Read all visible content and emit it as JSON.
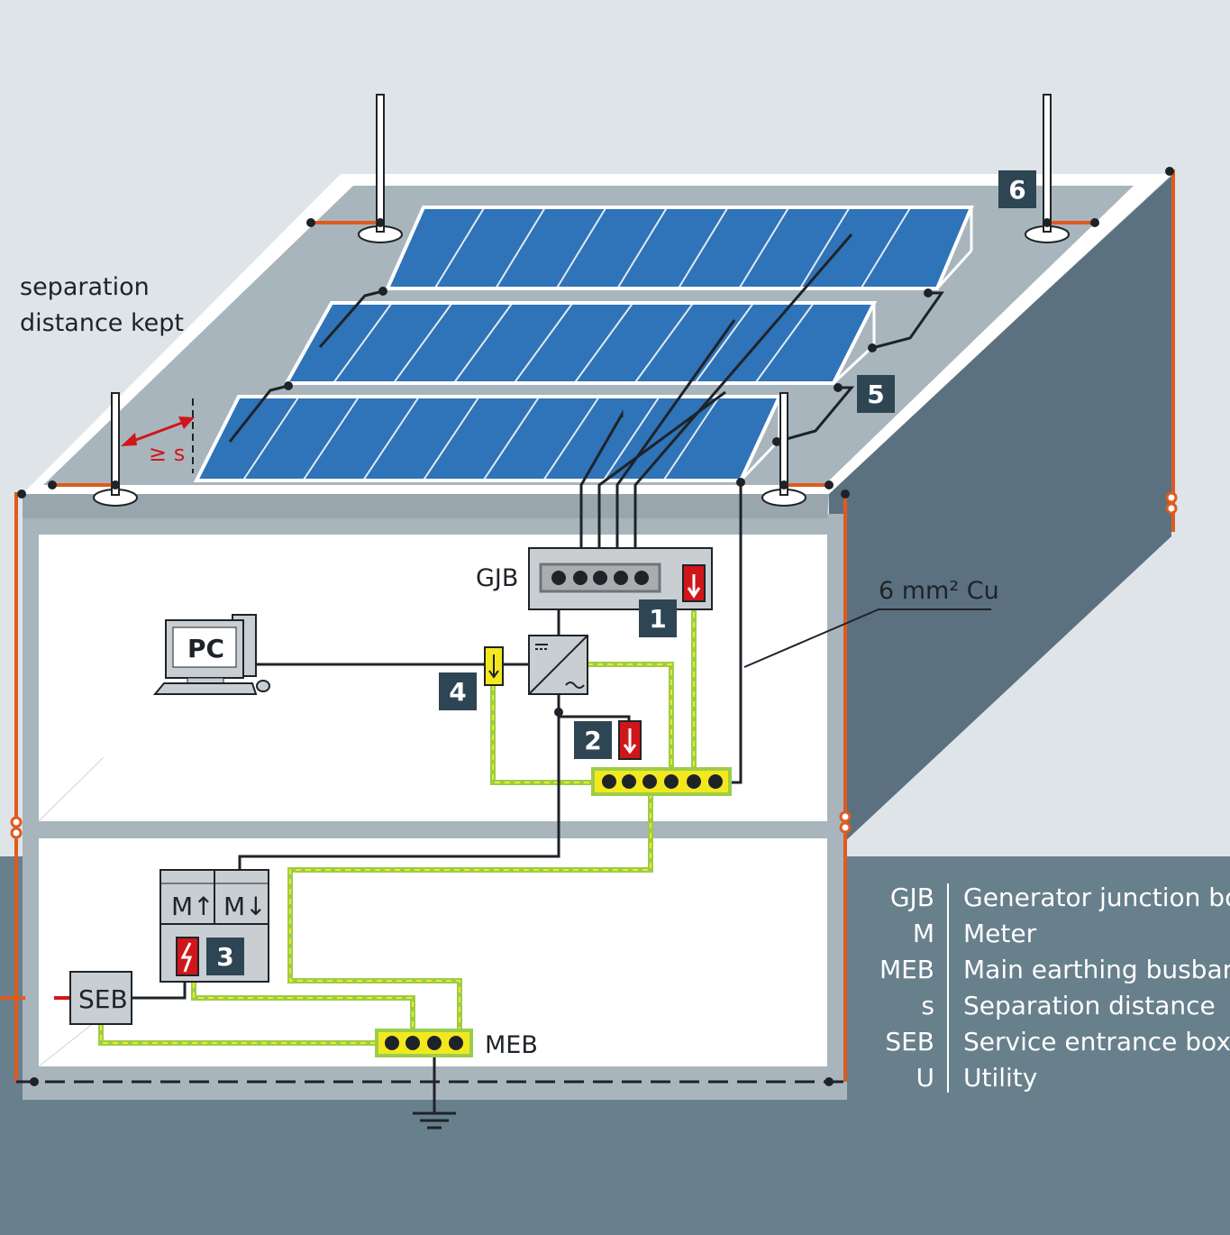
{
  "labels": {
    "separation_line1": "separation",
    "separation_line2": "distance kept",
    "separation_symbol": "≥ s",
    "gjb": "GJB",
    "cable": "6 mm² Cu",
    "pc": "PC",
    "meter_in": "M↑",
    "meter_out": "M↓",
    "seb": "SEB",
    "meb": "MEB"
  },
  "callouts": [
    "1",
    "2",
    "3",
    "4",
    "5",
    "6"
  ],
  "legend": [
    {
      "abbr": "GJB",
      "desc": "Generator junction box"
    },
    {
      "abbr": "M",
      "desc": "Meter"
    },
    {
      "abbr": "MEB",
      "desc": "Main earthing busbar"
    },
    {
      "abbr": "s",
      "desc": "Separation distance"
    },
    {
      "abbr": "SEB",
      "desc": "Service entrance box"
    },
    {
      "abbr": "U",
      "desc": "Utility"
    }
  ],
  "colors": {
    "sky": "#dfe4e8",
    "ground": "#687f8c",
    "wall_side": "#5b7180",
    "roof": "#a9b5bd",
    "panel": "#2f73b8",
    "conductor": "#e05a1e",
    "pe": "#9ccd4a",
    "busbar": "#f3e81e",
    "spd": "#d1161b",
    "tag_bg": "#2e4553"
  }
}
